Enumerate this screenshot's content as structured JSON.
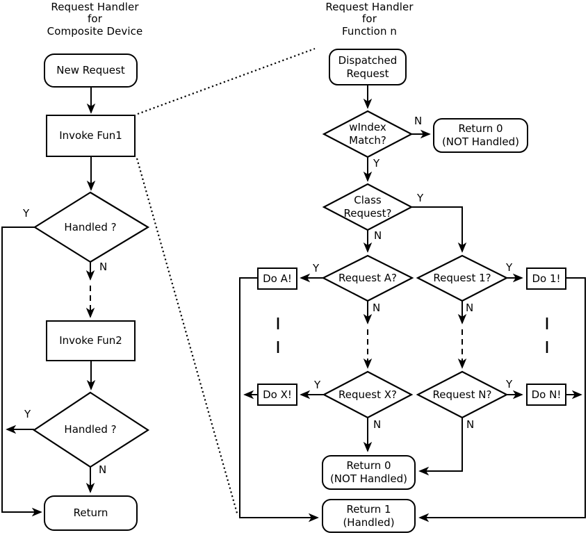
{
  "labels": {
    "yes": "Y",
    "no": "N"
  },
  "left": {
    "title": "Request Handler\nfor\nComposite Device",
    "nodes": {
      "new_request": "New Request",
      "invoke_fun1": "Invoke Fun1",
      "handled_1": "Handled ?",
      "invoke_fun2": "Invoke Fun2",
      "handled_2": "Handled ?",
      "return": "Return"
    }
  },
  "right": {
    "title": "Request Handler\nfor\nFunction n",
    "nodes": {
      "dispatched_request": "Dispatched\nRequest",
      "windex_match": "wIndex\nMatch?",
      "return_0_top": "Return 0\n(NOT Handled)",
      "class_request": "Class\nRequest?",
      "request_a": "Request A?",
      "do_a": "Do A!",
      "request_1": "Request 1?",
      "do_1": "Do 1!",
      "request_x": "Request X?",
      "do_x": "Do X!",
      "request_n": "Request N?",
      "do_n": "Do N!",
      "return_0_bottom": "Return 0\n(NOT Handled)",
      "return_1": "Return 1\n(Handled)"
    }
  }
}
